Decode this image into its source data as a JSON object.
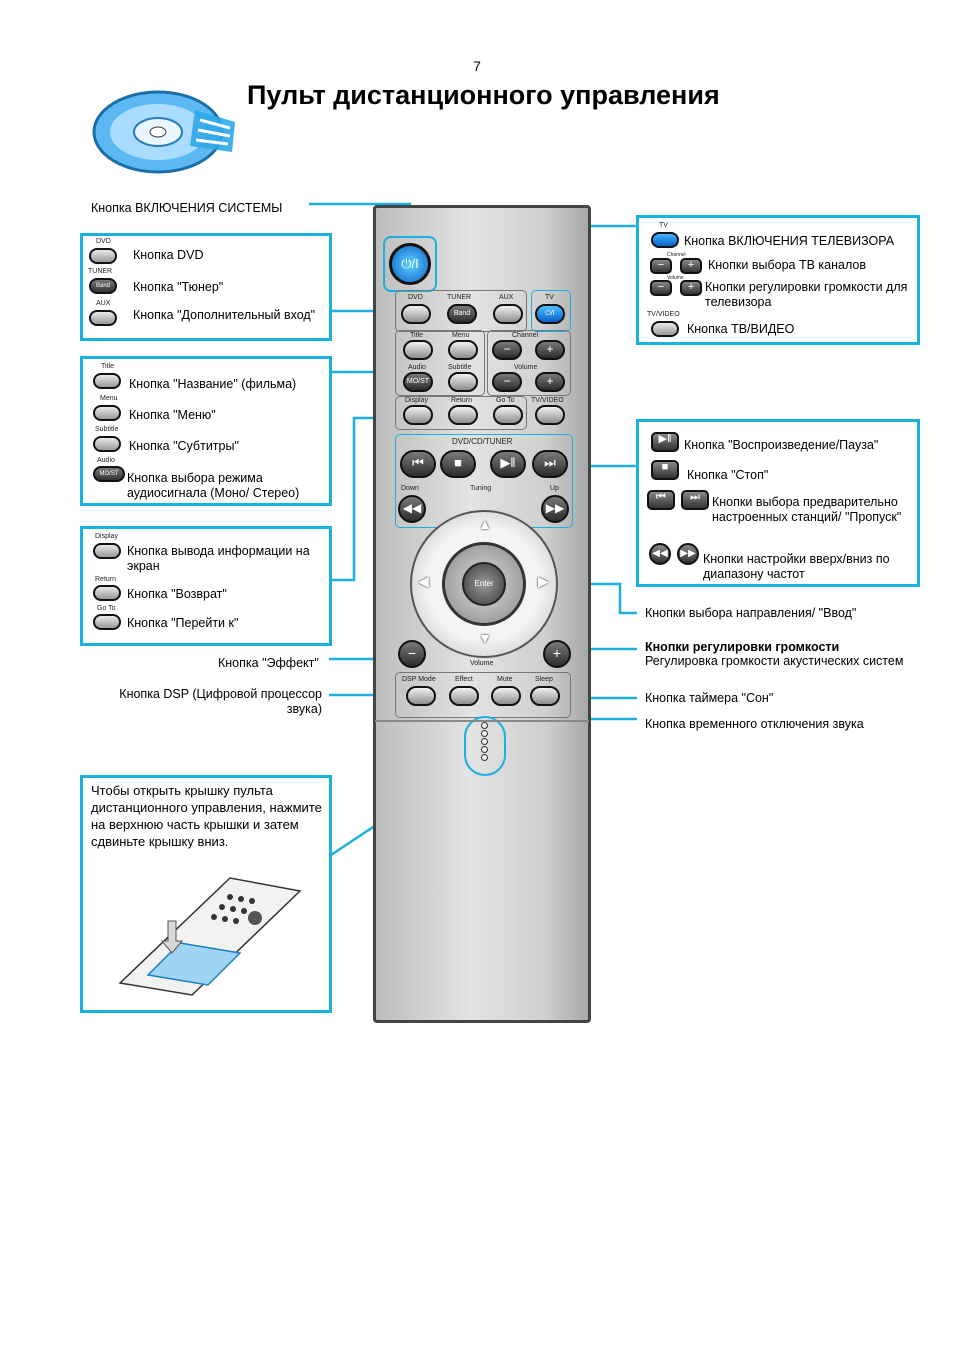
{
  "page_number": "7",
  "title": "Пульт дистанционного управления",
  "accent_color": "#1ab0e0",
  "callouts": {
    "system_power": "Кнопка ВКЛЮЧЕНИЯ СИСТЕМЫ",
    "source_box": {
      "items": [
        {
          "icon_label": "DVD",
          "text": "Кнопка DVD"
        },
        {
          "icon_label": "TUNER",
          "button_text": "Band",
          "text": "Кнопка \"Тюнер\""
        },
        {
          "icon_label": "AUX",
          "text": "Кнопка  \"Дополнительный вход\""
        }
      ]
    },
    "menu_box": {
      "items": [
        {
          "icon_label": "Title",
          "text": "Кнопка \"Название\" (фильма)"
        },
        {
          "icon_label": "Menu",
          "text": "Кнопка \"Меню\""
        },
        {
          "icon_label": "Subtitle",
          "text": "Кнопка \"Субтитры\""
        },
        {
          "icon_label": "Audio",
          "button_text": "MO/ST",
          "text": "Кнопка выбора режима аудиосигнала (Моно/ Стерео)"
        }
      ]
    },
    "display_box": {
      "items": [
        {
          "icon_label": "Display",
          "text": "Кнопка вывода информации на экран"
        },
        {
          "icon_label": "Return",
          "text": "Кнопка \"Возврат\""
        },
        {
          "icon_label": "Go To",
          "text": "Кнопка \"Перейти к\""
        }
      ]
    },
    "effect": "Кнопка \"Эффект\"",
    "dsp": "Кнопка DSP (Цифровой процессор звука)",
    "cover_note": "Чтобы открыть крышку пульта дистанционного управления, нажмите на верхнюю часть крышки и затем сдвиньте крышку вниз.",
    "tv_box": {
      "items": [
        {
          "icon_label": "TV",
          "text": "Кнопка ВКЛЮЧЕНИЯ ТЕЛЕВИЗОРА"
        },
        {
          "icon_label": "Channel",
          "text": "Кнопки выбора ТВ каналов"
        },
        {
          "icon_label": "Volume",
          "text": "Кнопки регулировки громкости для телевизора"
        },
        {
          "icon_label": "TV/VIDEO",
          "text": "Кнопка ТВ/ВИДЕО"
        }
      ]
    },
    "playback_box": {
      "items": [
        {
          "text": "Кнопка \"Воспроизведение/Пауза\""
        },
        {
          "text": "Кнопка \"Стоп\""
        },
        {
          "text": "Кнопки выбора предварительно настроенных станций/ \"Пропуск\""
        },
        {
          "text": "Кнопки настройки вверх/вниз по диапазону частот"
        }
      ]
    },
    "direction": "Кнопки выбора направления/ \"Ввод\"",
    "volume_heading": "Кнопки регулировки громкости",
    "volume_desc": "Регулировка громкости акустических систем",
    "sleep": "Кнопка таймера \"Сон\"",
    "mute": "Кнопка временного отключения звука"
  },
  "remote": {
    "power_symbol": "⏻/I",
    "source_labels": [
      "DVD",
      "TUNER",
      "AUX"
    ],
    "band_text": "Band",
    "tv_label": "TV",
    "tv_power_symbol": "⏻/I",
    "title_label": "Title",
    "menu_label": "Menu",
    "channel_label": "Channel",
    "audio_label": "Audio",
    "mo_st": "MO/ST",
    "subtitle_label": "Subtitle",
    "volume_label": "Volume",
    "display_label": "Display",
    "return_label": "Return",
    "goto_label": "Go To",
    "tv_video_label": "TV/VIDEO",
    "transport_group_label": "DVD/CD/TUNER",
    "down_label": "Down",
    "tuning_label": "Tuning",
    "up_label": "Up",
    "enter_label": "Enter",
    "minus": "−",
    "plus": "+",
    "lower_volume_label": "Volume",
    "bottom_labels": [
      "DSP Mode",
      "Effect",
      "Mute",
      "Sleep"
    ]
  }
}
